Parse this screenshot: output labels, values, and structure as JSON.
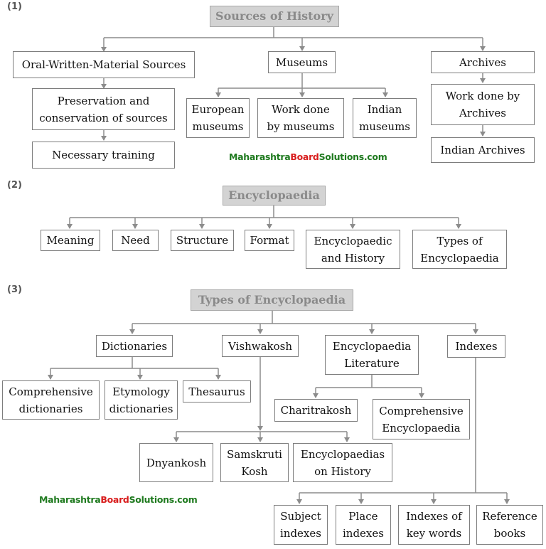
{
  "section1": {
    "number": "(1)",
    "title": "Sources of History",
    "oral_written": "Oral-Written-Material Sources",
    "preservation": "Preservation and\nconservation of sources",
    "training": "Necessary training",
    "museums": "Museums",
    "european_museums": "European\nmuseums",
    "work_museums": "Work done\nby museums",
    "indian_museums": "Indian\nmuseums",
    "archives": "Archives",
    "work_archives": "Work done by\nArchives",
    "indian_archives": "Indian Archives"
  },
  "section2": {
    "number": "(2)",
    "title": "Encyclopaedia",
    "items": [
      "Meaning",
      "Need",
      "Structure",
      "Format",
      "Encyclopaedic\nand History",
      "Types of\nEncyclopaedia"
    ]
  },
  "section3": {
    "number": "(3)",
    "title": "Types of Encyclopaedia",
    "dictionaries": "Dictionaries",
    "comprehensive_dictionaries": "Comprehensive\ndictionaries",
    "etymology_dictionaries": "Etymology\ndictionaries",
    "thesaurus": "Thesaurus",
    "vishwakosh": "Vishwakosh",
    "dnyankosh": "Dnyankosh",
    "samskruti_kosh": "Samskruti\nKosh",
    "encyclopaedias_history": "Encyclopaedias\non History",
    "encyclopaedia_literature": "Encyclopaedia\nLiterature",
    "charitrakosh": "Charitrakosh",
    "comprehensive_encyclopaedia": "Comprehensive\nEncyclopaedia",
    "indexes": "Indexes",
    "subject_indexes": "Subject\nindexes",
    "place_indexes": "Place\nindexes",
    "indexes_key_words": "Indexes of\nkey words",
    "reference_books": "Reference\nbooks"
  },
  "watermark": {
    "part1": "Maharashtra",
    "part2": "Board",
    "part3": "Solutions.com"
  }
}
